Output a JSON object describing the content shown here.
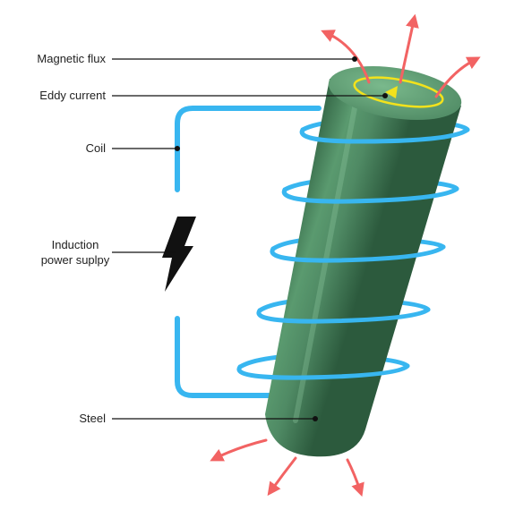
{
  "labels": {
    "magnetic_flux": "Magnetic flux",
    "eddy_current": "Eddy current",
    "coil": "Coil",
    "induction_power_supply": [
      "Induction",
      "power suplpy"
    ],
    "steel": "Steel"
  },
  "colors": {
    "background": "#ffffff",
    "steel_rod": "#4f8a64",
    "steel_rod_top": "#6aa57d",
    "coil": "#38b6f0",
    "flux_arrows": "#f26363",
    "eddy_current": "#f2e21c",
    "leader_lines": "#111111",
    "power_icon": "#111111"
  },
  "icons": {
    "power_supply": "lightning-bolt-icon"
  }
}
